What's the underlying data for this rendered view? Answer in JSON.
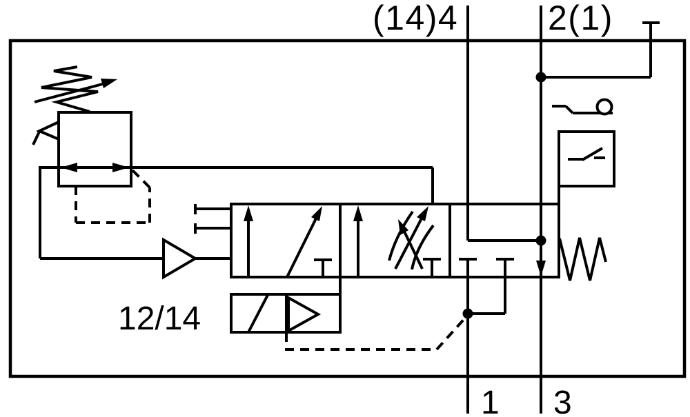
{
  "diagram": {
    "kind": "pneumatic-circuit-schematic",
    "background_color": "#ffffff",
    "line_color": "#000000",
    "port_labels": {
      "work_port_4": "(14)4",
      "work_port_2": "2(1)",
      "supply_port_1": "1",
      "exhaust_port_3": "3",
      "pilot_label": "12/14"
    },
    "components": [
      {
        "name": "pressure-regulator",
        "symbol": "box with adjustable spring arrow, relief triangle and double-headed flow arrow"
      },
      {
        "name": "pilot-amplifier",
        "symbol": "open right-pointing triangle"
      },
      {
        "name": "main-valve",
        "symbol": "three-chamber valve: flow arrows, adjustable throttle, exhaust path with blocked ports"
      },
      {
        "name": "solenoid-pilot-valve",
        "symbol": "box with slash and right-pointing triangle"
      },
      {
        "name": "return-spring",
        "symbol": "zigzag spring"
      },
      {
        "name": "electric-switch",
        "symbol": "box with normally-open contact and roller lever"
      },
      {
        "name": "plugged-port",
        "symbol": "line ending in tee cap"
      }
    ]
  }
}
